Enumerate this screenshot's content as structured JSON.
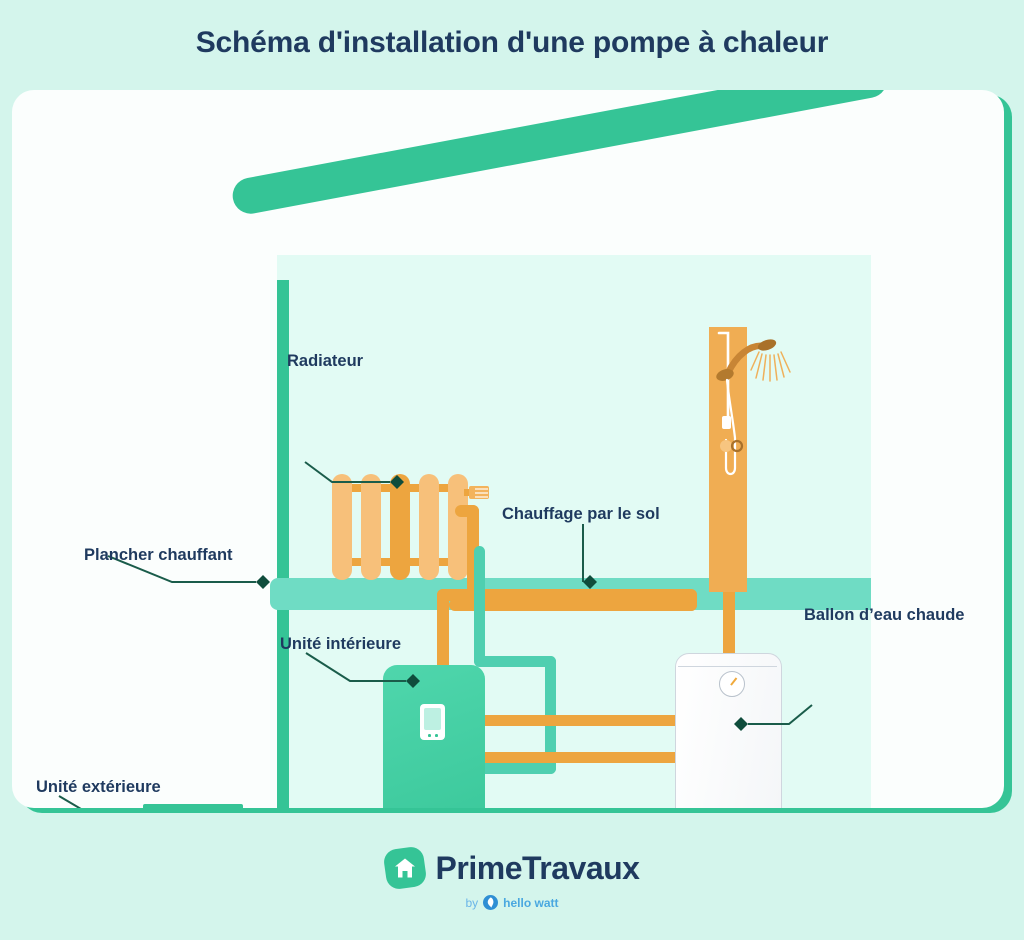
{
  "title": "Schéma d'installation d'une pompe à chaleur",
  "labels": {
    "radiateur": "Radiateur",
    "plancher_chauffant": "Plancher chauffant",
    "chauffage_sol": "Chauffage par le sol",
    "unite_interieure": "Unité intérieure",
    "unite_exterieure": "Unité extérieure",
    "ballon": "Ballon d’eau chaude"
  },
  "footer": {
    "brand": "PrimeTravaux",
    "by_word": "by",
    "partner": "hello watt"
  },
  "colors": {
    "page_background": "#d4f5ec",
    "card_background": "#fbfefd",
    "card_edge": "#35c496",
    "title_text": "#1f3a5f",
    "house_interior": "#e2fbf4",
    "green_structure": "#35c496",
    "floor_band": "#6fdcc4",
    "pipe_hot": "#eda53f",
    "pipe_cold": "#4fcfb0",
    "radiator_light": "#f7c07a",
    "radiator_dark": "#eda53f",
    "shower_panel": "#f0ad53",
    "tank_body": "#ffffff",
    "leader_line": "#1a5c4a",
    "ground_line": "#bfe8ef",
    "partner_blue": "#4aa8e0"
  },
  "diagram": {
    "components": [
      "roof",
      "left-wall",
      "floor-band",
      "radiator",
      "underfloor-heating-pipe",
      "indoor-unit",
      "outdoor-unit",
      "hot-water-tank",
      "shower"
    ]
  }
}
